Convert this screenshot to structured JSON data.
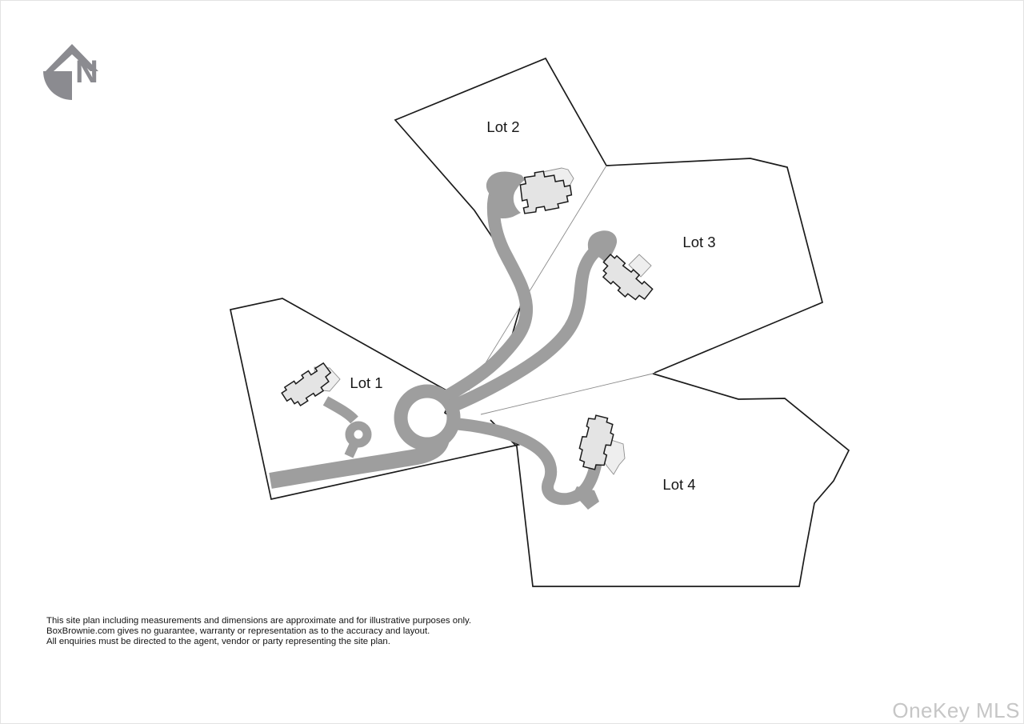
{
  "north_indicator": {
    "letter": "N"
  },
  "site_plan": {
    "lots": [
      {
        "name": "Lot 1"
      },
      {
        "name": "Lot 2"
      },
      {
        "name": "Lot 3"
      },
      {
        "name": "Lot 4"
      }
    ]
  },
  "disclaimer": {
    "lines": [
      "This site plan including measurements and dimensions are approximate and for illustrative purposes only.",
      "BoxBrownie.com gives no guarantee, warranty or representation as to the accuracy and layout.",
      "All enquiries must be directed to the agent, vendor or party representing the site plan."
    ]
  },
  "watermark": {
    "text": "OneKey MLS"
  },
  "colors": {
    "background": "#ffffff",
    "road": "#9e9e9e",
    "boundary": "#1b1b1b",
    "thin_boundary": "#8a8a8a",
    "house_fill": "#e4e4e4",
    "house_extension_fill": "#eeeeee",
    "north_icon": "#8b8b90",
    "watermark": "#c6c6c6"
  }
}
